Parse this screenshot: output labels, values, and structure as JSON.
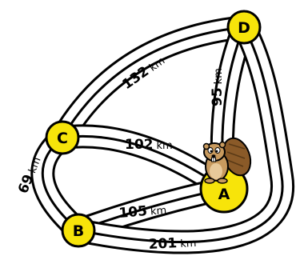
{
  "colors": {
    "node_fill": "#f7e40a",
    "road_outline": "#000000",
    "road_fill": "#ffffff",
    "beaver_body": "#c89a5e",
    "beaver_tail": "#8a5a28"
  },
  "nodes": [
    {
      "id": "A",
      "label": "A"
    },
    {
      "id": "B",
      "label": "B"
    },
    {
      "id": "C",
      "label": "C"
    },
    {
      "id": "D",
      "label": "D"
    }
  ],
  "edges": [
    {
      "from": "C",
      "to": "D",
      "distance": "132",
      "unit": "km"
    },
    {
      "from": "A",
      "to": "D",
      "distance": "95",
      "unit": "km"
    },
    {
      "from": "C",
      "to": "A",
      "distance": "102",
      "unit": "km"
    },
    {
      "from": "C",
      "to": "B",
      "distance": "69",
      "unit": "km"
    },
    {
      "from": "B",
      "to": "A",
      "distance": "105",
      "unit": "km"
    },
    {
      "from": "B",
      "to": "D",
      "distance": "201",
      "unit": "km"
    }
  ],
  "mascot": {
    "icon": "beaver-icon"
  }
}
